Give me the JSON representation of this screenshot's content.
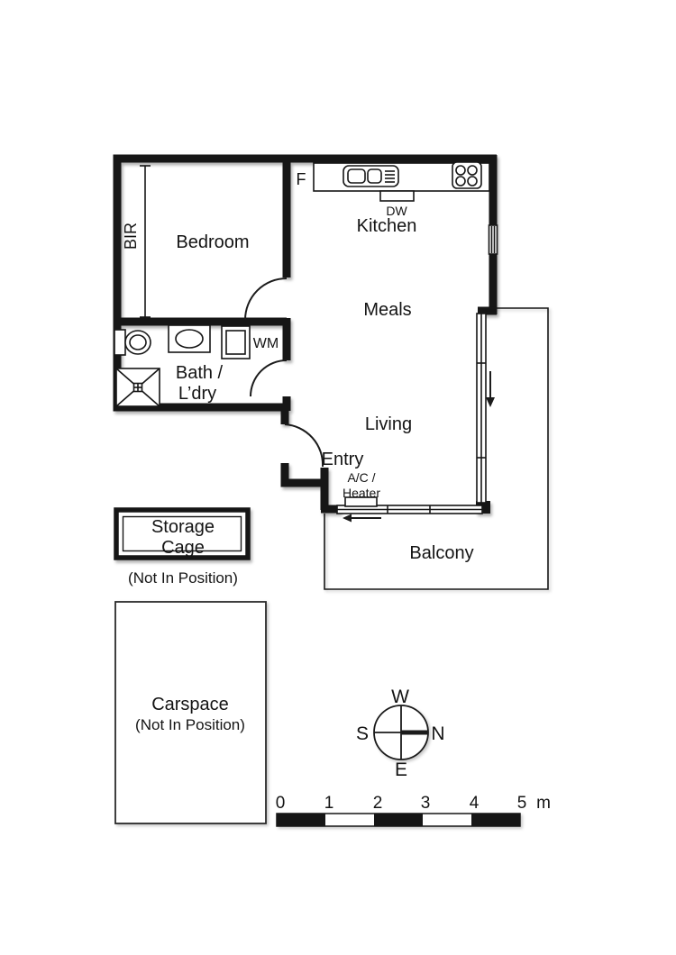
{
  "rooms": {
    "bedroom": "Bedroom",
    "kitchen": "Kitchen",
    "meals": "Meals",
    "living": "Living",
    "entry": "Entry",
    "balcony": "Balcony",
    "bath_line1": "Bath /",
    "bath_line2": "L’dry"
  },
  "fixtures": {
    "fridge": "F",
    "dishwasher": "DW",
    "washing_machine": "WM",
    "built_in_robe": "BIR",
    "ac_line1": "A/C /",
    "ac_line2": "Heater"
  },
  "storage_cage": {
    "line1": "Storage",
    "line2": "Cage",
    "note": "(Not In Position)"
  },
  "carspace": {
    "label": "Carspace",
    "note": "(Not In Position)"
  },
  "compass": {
    "north": "N",
    "south": "S",
    "east": "E",
    "west": "W"
  },
  "scale_bar": {
    "ticks": [
      "0",
      "1",
      "2",
      "3",
      "4",
      "5"
    ],
    "unit": "m"
  },
  "colors": {
    "ink": "#161616",
    "background": "#ffffff"
  }
}
